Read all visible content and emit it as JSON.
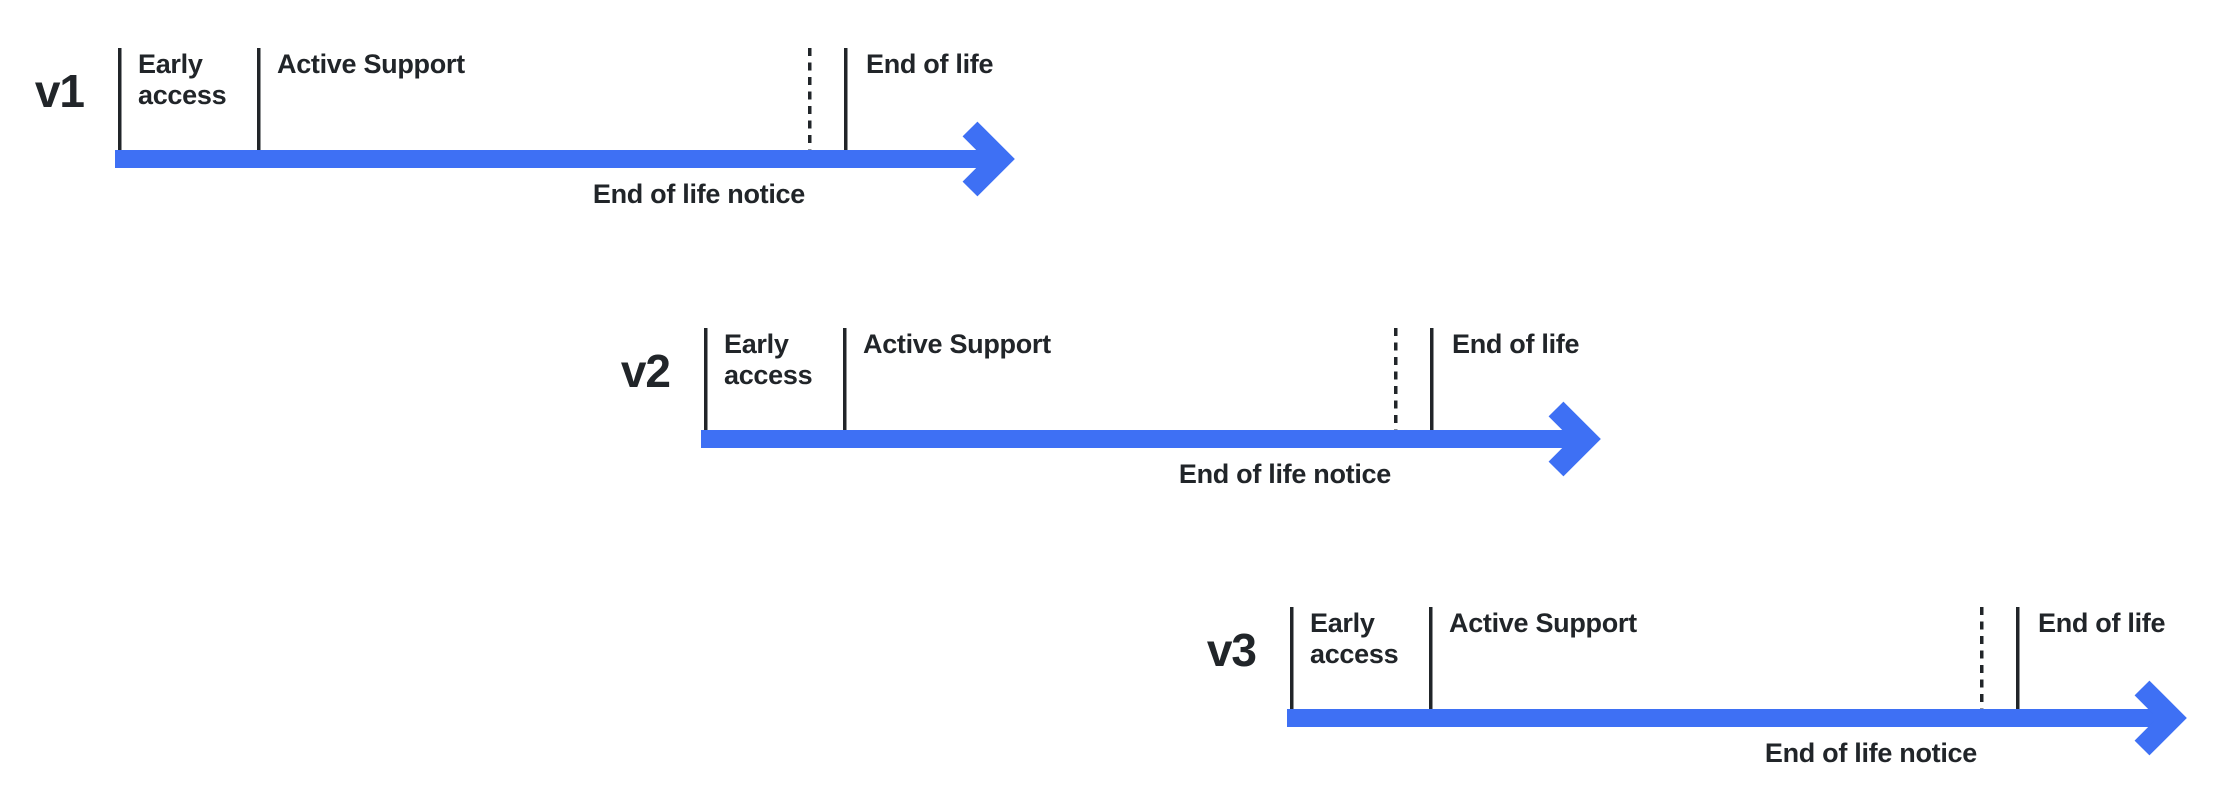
{
  "colors": {
    "accent": "#3E70F4",
    "ink": "#212529",
    "background": "#FFFFFF"
  },
  "timelines": [
    {
      "version": "v1",
      "early_access_label": "Early access",
      "active_support_label": "Active Support",
      "end_of_life_label": "End of life",
      "end_of_life_notice_label": "End of life notice"
    },
    {
      "version": "v2",
      "early_access_label": "Early access",
      "active_support_label": "Active Support",
      "end_of_life_label": "End of life",
      "end_of_life_notice_label": "End of life notice"
    },
    {
      "version": "v3",
      "early_access_label": "Early access",
      "active_support_label": "Active Support",
      "end_of_life_label": "End of life",
      "end_of_life_notice_label": "End of life notice"
    }
  ]
}
